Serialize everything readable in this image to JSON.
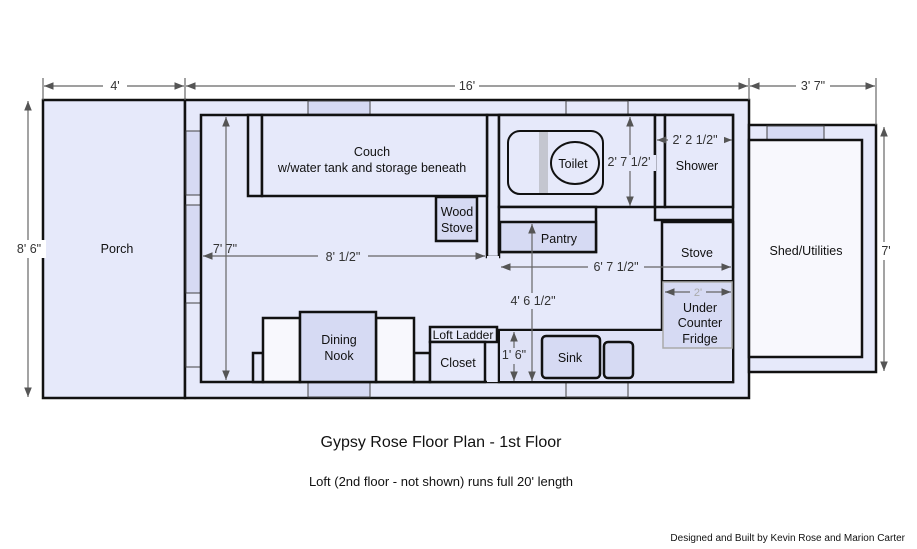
{
  "title": "Gypsy Rose Floor Plan - 1st Floor",
  "subtitle": "Loft (2nd floor - not shown) runs full 20' length",
  "credit": "Designed and Built by Kevin Rose and Marion Carter",
  "colors": {
    "floor": "#e6e9fa",
    "fixture": "#d6daf3",
    "wall": "#111111"
  },
  "rooms": {
    "porch": "Porch",
    "couch_line1": "Couch",
    "couch_line2": "w/water tank and storage beneath",
    "wood_stove_line1": "Wood",
    "wood_stove_line2": "Stove",
    "toilet": "Toilet",
    "shower": "Shower",
    "pantry": "Pantry",
    "stove": "Stove",
    "fridge_line1": "Under",
    "fridge_line2": "Counter",
    "fridge_line3": "Fridge",
    "sink": "Sink",
    "dining_line1": "Dining",
    "dining_line2": "Nook",
    "loft_ladder": "Loft Ladder",
    "closet": "Closet",
    "shed": "Shed/Utilities"
  },
  "dimensions": {
    "porch_length": "4'",
    "main_length": "16'",
    "shed_length": "3' 7\"",
    "overall_width": "8' 6\"",
    "shed_width": "7'",
    "interior_height": "7' 7\"",
    "living_length": "8' 1/2\"",
    "bath_depth": "2' 7 1/2'",
    "shower_width": "2' 2 1/2\"",
    "kitchen_length": "6' 7 1/2\"",
    "kitchen_depth": "4' 6 1/2\"",
    "counter_depth": "1' 6\"",
    "fridge_width": "2'"
  }
}
